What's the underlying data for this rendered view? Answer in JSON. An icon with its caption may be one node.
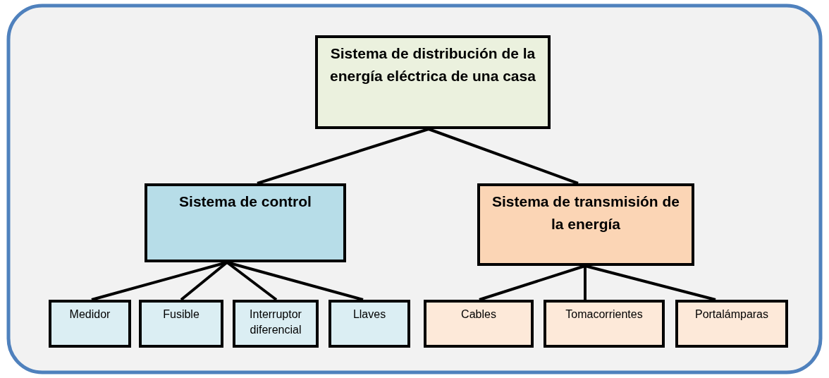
{
  "diagram": {
    "nodes": [
      {
        "text": [
          "Sistema de distribución de la energía eléctrica de una casa"
        ]
      },
      {
        "text": [
          "Sistema de control"
        ]
      },
      {
        "text": [
          "Sistema de transmisión de la energía"
        ]
      },
      {
        "text": [
          "Medidor"
        ]
      },
      {
        "text": [
          "Fusible"
        ]
      },
      {
        "text": [
          "Interruptor diferencial"
        ]
      },
      {
        "text": [
          "Llaves"
        ]
      },
      {
        "text": [
          "Cables"
        ]
      },
      {
        "text": [
          "Tomacorrientes"
        ]
      },
      {
        "text": [
          "Portalámparas"
        ]
      }
    ],
    "edges": [
      {
        "from": 0,
        "to": 1,
        "arrow": "none"
      },
      {
        "from": 0,
        "to": 2,
        "arrow": "none"
      },
      {
        "from": 1,
        "to": 3,
        "arrow": "none"
      },
      {
        "from": 1,
        "to": 4,
        "arrow": "none"
      },
      {
        "from": 1,
        "to": 5,
        "arrow": "none"
      },
      {
        "from": 1,
        "to": 6,
        "arrow": "none"
      },
      {
        "from": 2,
        "to": 7,
        "arrow": "none"
      },
      {
        "from": 2,
        "to": 8,
        "arrow": "none"
      },
      {
        "from": 2,
        "to": 9,
        "arrow": "none"
      }
    ]
  }
}
